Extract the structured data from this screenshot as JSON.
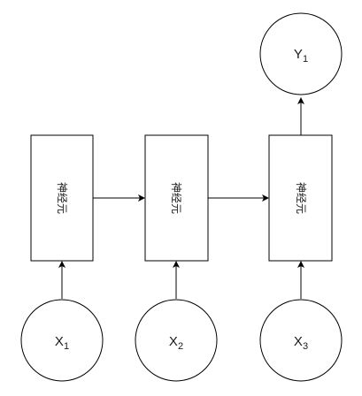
{
  "neurons": [
    {
      "label": "神经元"
    },
    {
      "label": "神经元"
    },
    {
      "label": "神经元"
    }
  ],
  "inputs": [
    {
      "name": "X",
      "sub": "1"
    },
    {
      "name": "X",
      "sub": "2"
    },
    {
      "name": "X",
      "sub": "3"
    }
  ],
  "output": {
    "name": "Y",
    "sub": "1"
  },
  "colors": {
    "stroke": "#000000",
    "fill": "#ffffff",
    "text": "#1a1a1a"
  }
}
